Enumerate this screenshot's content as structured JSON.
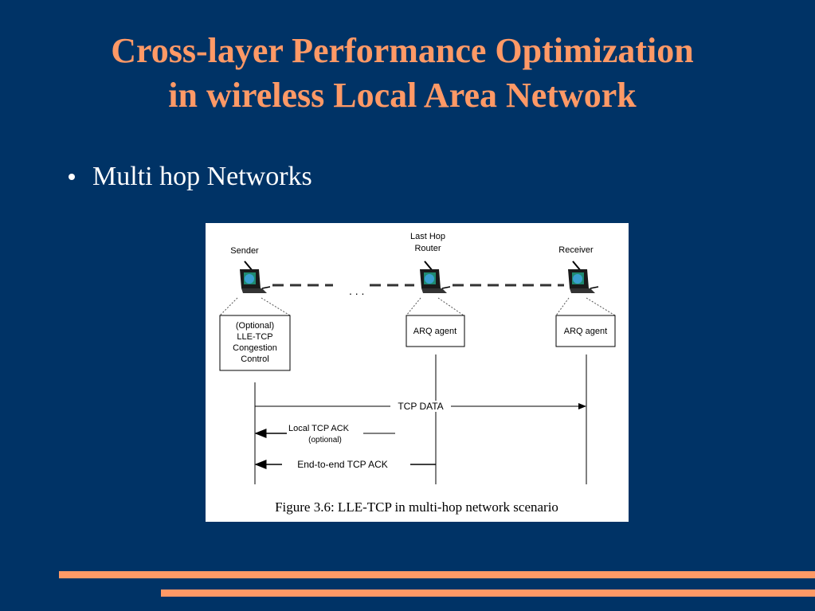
{
  "slide": {
    "title_line1": "Cross-layer Performance Optimization",
    "title_line2": "in wireless Local Area Network",
    "bullet": "Multi hop Networks"
  },
  "figure": {
    "labels": {
      "sender": "Sender",
      "router_line1": "Last Hop",
      "router_line2": "Router",
      "receiver": "Receiver",
      "dots": ". . ."
    },
    "sender_box": [
      "(Optional)",
      "LLE-TCP",
      "Congestion",
      "Control"
    ],
    "router_box": "ARQ agent",
    "receiver_box": "ARQ agent",
    "messages": {
      "tcp_data": "TCP DATA",
      "local_ack": "Local TCP ACK",
      "local_ack_note": "(optional)",
      "e2e_ack": "End-to-end TCP ACK"
    },
    "caption": "Figure 3.6: LLE-TCP in multi-hop network scenario"
  },
  "colors": {
    "background": "#003366",
    "accent": "#ff9966",
    "text": "#ffffff"
  },
  "icons": [
    "laptop-icon",
    "antenna-icon"
  ]
}
